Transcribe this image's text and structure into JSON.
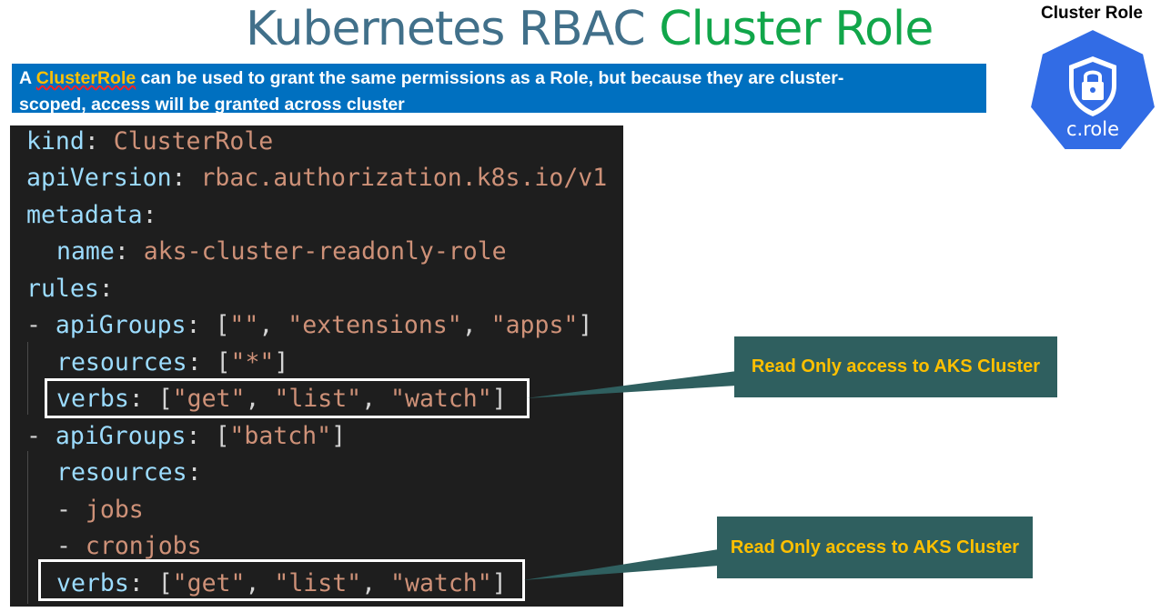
{
  "title": {
    "part1": "Kubernetes RBAC ",
    "part2": "Cluster Role"
  },
  "banner": {
    "prefix": "A ",
    "highlight": "ClusterRole",
    "line1_rest": " can be used to grant the same permissions as a Role, but because they are cluster-",
    "line2": "scoped, access will be granted across cluster"
  },
  "badge": {
    "label": "Cluster Role",
    "text": "c.role"
  },
  "code": {
    "l1": {
      "key": "kind",
      "colon": ": ",
      "value": "ClusterRole"
    },
    "l2": {
      "key": "apiVersion",
      "colon": ": ",
      "value": "rbac.authorization.k8s.io/v1"
    },
    "l3": {
      "key": "metadata",
      "colon": ":"
    },
    "l4": {
      "key": "name",
      "colon": ": ",
      "value": "aks-cluster-readonly-role"
    },
    "l5": {
      "key": "rules",
      "colon": ":"
    },
    "l6": {
      "dash": "- ",
      "key": "apiGroups",
      "colon": ": ",
      "open": "[",
      "v1": "\"\"",
      "c1": ", ",
      "v2": "\"extensions\"",
      "c2": ", ",
      "v3": "\"apps\"",
      "close": "]"
    },
    "l7": {
      "key": "resources",
      "colon": ": ",
      "open": "[",
      "v1": "\"*\"",
      "close": "]"
    },
    "l8": {
      "key": "verbs",
      "colon": ": ",
      "open": "[",
      "v1": "\"get\"",
      "c1": ", ",
      "v2": "\"list\"",
      "c2": ", ",
      "v3": "\"watch\"",
      "close": "]"
    },
    "l9": {
      "dash": "- ",
      "key": "apiGroups",
      "colon": ": ",
      "open": "[",
      "v1": "\"batch\"",
      "close": "]"
    },
    "l10": {
      "key": "resources",
      "colon": ":"
    },
    "l11": {
      "dash": "- ",
      "value": "jobs"
    },
    "l12": {
      "dash": "- ",
      "value": "cronjobs"
    },
    "l13": {
      "key": "verbs",
      "colon": ": ",
      "open": "[",
      "v1": "\"get\"",
      "c1": ", ",
      "v2": "\"list\"",
      "c2": ", ",
      "v3": "\"watch\"",
      "close": "]"
    }
  },
  "callouts": {
    "first": "Read Only access to AKS Cluster",
    "second": "Read Only access to AKS Cluster"
  },
  "colors": {
    "title_main": "#41708a",
    "title_accent": "#11a64a",
    "banner_bg": "#0070c0",
    "highlight": "#ffc000",
    "code_bg": "#1e1e1e",
    "code_key": "#9cdcfe",
    "code_value": "#ce9178",
    "callout_bg": "#2f5f5f",
    "callout_text": "#ffc000",
    "badge_bg": "#326ce5"
  },
  "icons": {
    "badge": "lock-shield-icon",
    "badge_shape": "kubernetes-heptagon-icon"
  }
}
